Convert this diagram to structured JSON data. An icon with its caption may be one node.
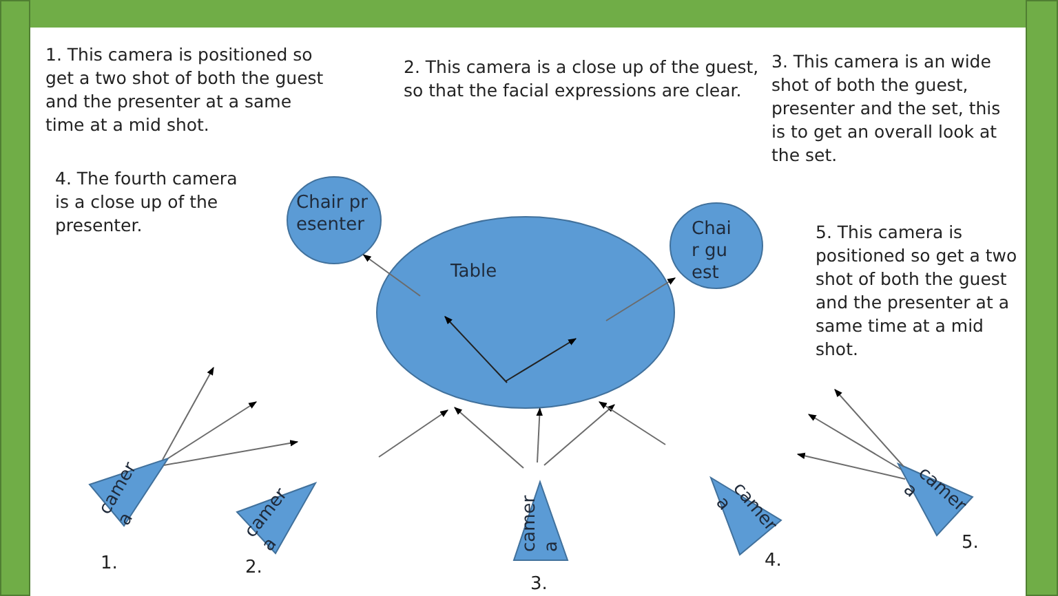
{
  "diagram": {
    "nodes": [
      {
        "text": [
          "Table"
        ]
      },
      {
        "text": [
          "Chair presenter"
        ]
      },
      {
        "text": [
          "Chair guest"
        ]
      },
      {
        "text": [
          "camera"
        ],
        "beside": [
          "1."
        ]
      },
      {
        "text": [
          "camera"
        ],
        "beside": [
          "2."
        ]
      },
      {
        "text": [
          "camera"
        ],
        "beside": [
          "3."
        ]
      },
      {
        "text": [
          "camera"
        ],
        "beside": [
          "4."
        ]
      },
      {
        "text": [
          "camera"
        ],
        "beside": [
          "5."
        ]
      }
    ],
    "edges": [
      {
        "from": 3,
        "to": null,
        "arrow": "to"
      },
      {
        "from": 3,
        "to": null,
        "arrow": "to"
      },
      {
        "from": 3,
        "to": null,
        "arrow": "to"
      },
      {
        "from": 4,
        "to": 0,
        "arrow": "to"
      },
      {
        "from": 5,
        "to": 0,
        "arrow": "to"
      },
      {
        "from": 5,
        "to": 0,
        "arrow": "to"
      },
      {
        "from": 5,
        "to": 0,
        "arrow": "to"
      },
      {
        "from": 6,
        "to": 0,
        "arrow": "to"
      },
      {
        "from": 7,
        "to": null,
        "arrow": "to"
      },
      {
        "from": 7,
        "to": null,
        "arrow": "to"
      },
      {
        "from": 7,
        "to": null,
        "arrow": "to"
      },
      {
        "from": 0,
        "to": 1,
        "arrow": "to"
      },
      {
        "from": 0,
        "to": 2,
        "arrow": "to"
      }
    ],
    "labels": [
      "1. This camera is positioned so get a two shot of both the guest and the presenter at a same time at a mid shot.",
      "2. This camera is a close up of the guest, so that the facial expressions are clear.",
      "3. This camera is an wide shot of both the guest, presenter and the set, this is to get an overall look at the set.",
      "4. The fourth camera is a close up of the presenter.",
      "5. This camera is positioned so get a two shot of both the guest and the presenter at a same time at a mid shot."
    ]
  }
}
